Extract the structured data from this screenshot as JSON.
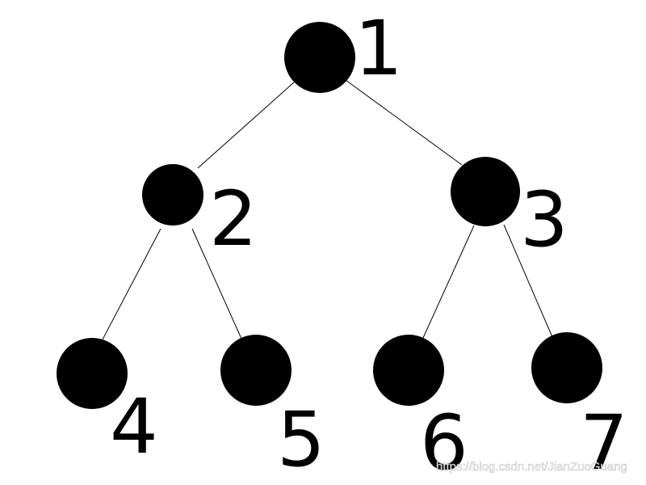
{
  "diagram": {
    "nodes": [
      {
        "id": "1",
        "label": "1"
      },
      {
        "id": "2",
        "label": "2"
      },
      {
        "id": "3",
        "label": "3"
      },
      {
        "id": "4",
        "label": "4"
      },
      {
        "id": "5",
        "label": "5"
      },
      {
        "id": "6",
        "label": "6"
      },
      {
        "id": "7",
        "label": "7"
      }
    ],
    "edges": [
      {
        "from": "1",
        "to": "2"
      },
      {
        "from": "1",
        "to": "3"
      },
      {
        "from": "2",
        "to": "4"
      },
      {
        "from": "2",
        "to": "5"
      },
      {
        "from": "3",
        "to": "6"
      },
      {
        "from": "3",
        "to": "7"
      }
    ],
    "node_color": "#000000",
    "edge_color": "#000000"
  },
  "watermark": {
    "text": "https://blog.csdn.net/JianZuoGuang"
  }
}
